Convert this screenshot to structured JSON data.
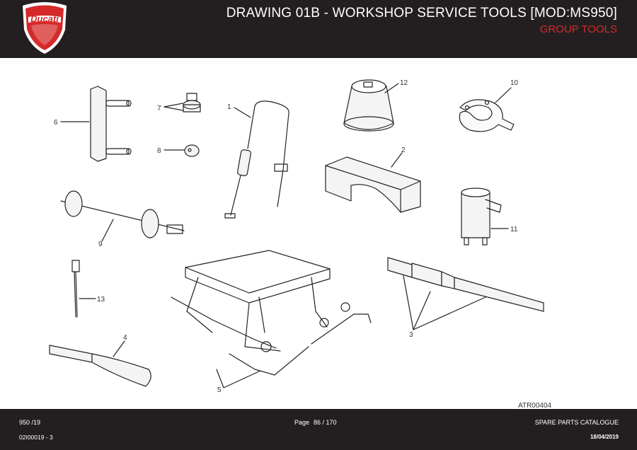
{
  "header": {
    "title": "DRAWING 01B - WORKSHOP SERVICE TOOLS [MOD:MS950]",
    "subtitle": "GROUP TOOLS",
    "brand": "Ducati",
    "brand_color": "#d62a2a",
    "background": "#231f20"
  },
  "drawing": {
    "reference": "ATR00404",
    "callouts": [
      "1",
      "2",
      "3",
      "4",
      "5",
      "6",
      "7",
      "8",
      "9",
      "10",
      "11",
      "12",
      "13"
    ]
  },
  "footer": {
    "model": "950 /19",
    "code": "02I00019 - 3",
    "page_label": "Page",
    "page_value": "86 / 170",
    "catalogue": "SPARE PARTS CATALOGUE",
    "date": "18/04/2019"
  }
}
